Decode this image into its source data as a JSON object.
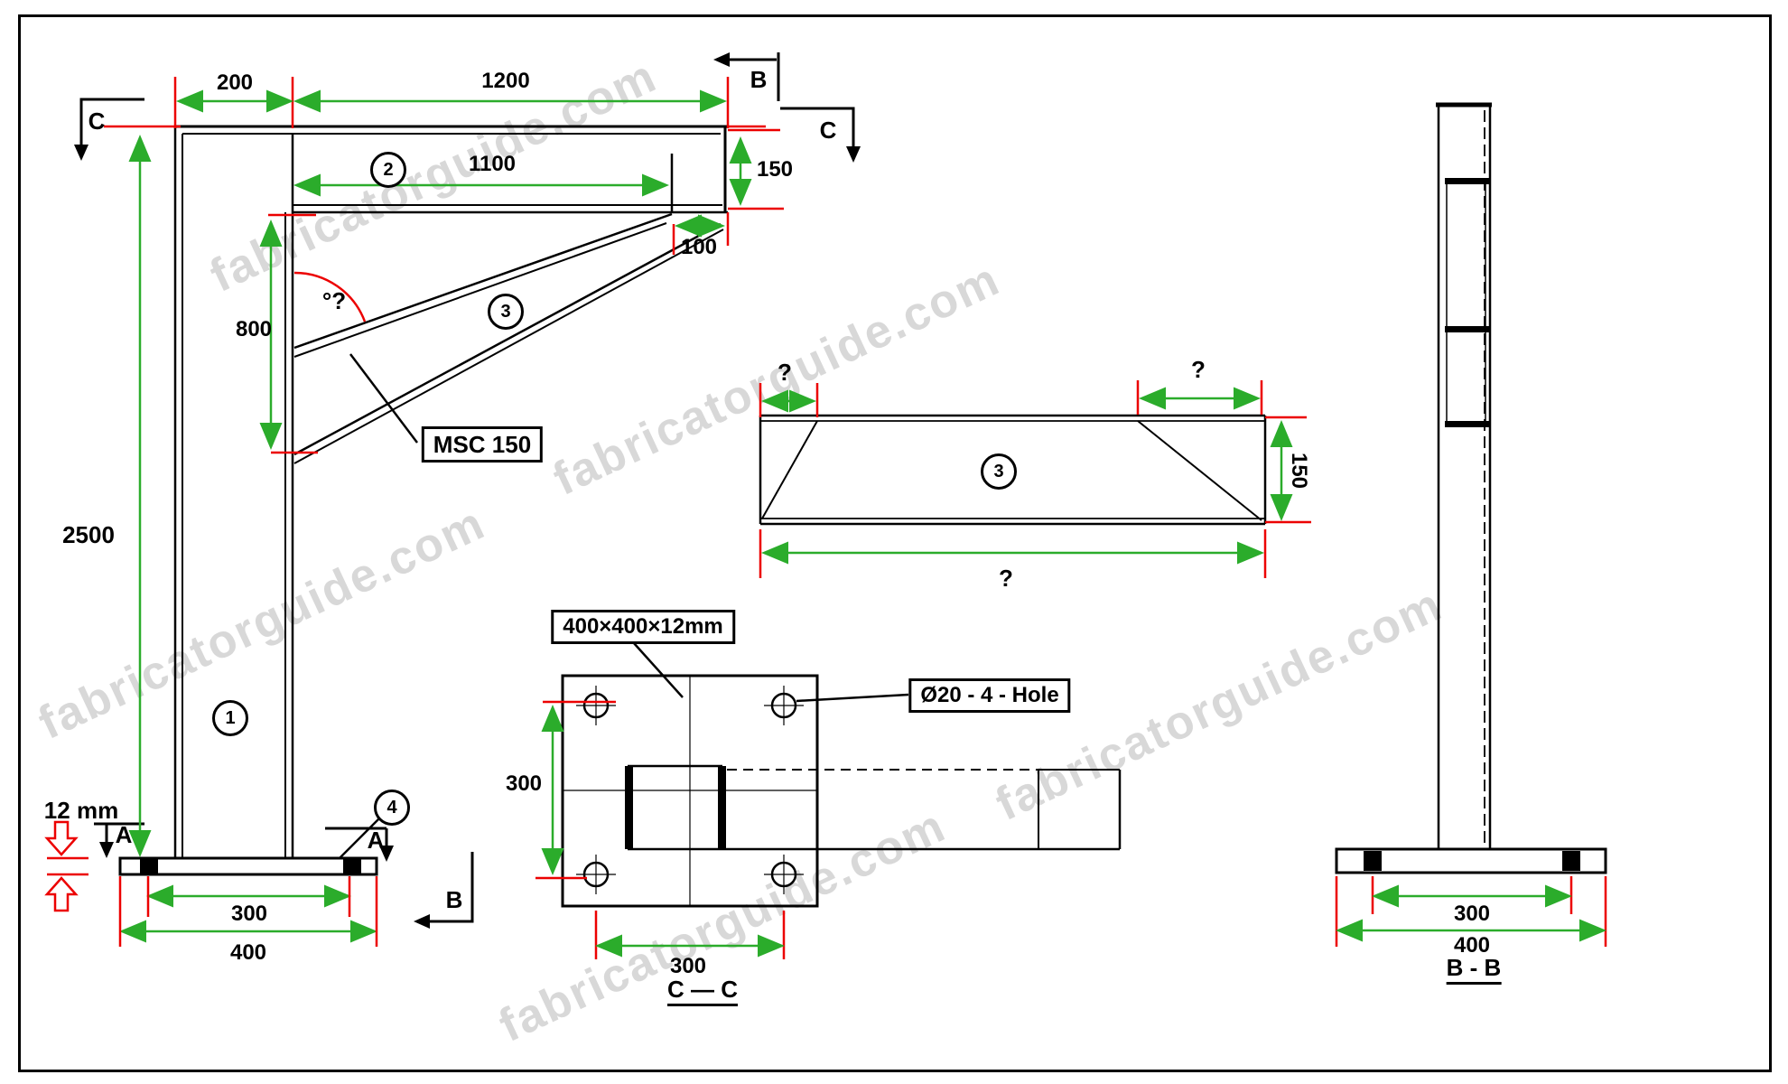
{
  "watermark": {
    "text": "fabricatorguide.com"
  },
  "colors": {
    "dim_green": "#2bac2b",
    "mark_red": "#ec0000",
    "line": "#000000"
  },
  "elevation": {
    "section_c_top_left": "C",
    "section_b_top": "B",
    "section_c_top_right": "C",
    "dim_column_width": "200",
    "dim_arm_length": "1200",
    "dim_arm_inner": "1100",
    "dim_arm_height": "150",
    "dim_arm_end": "100",
    "dim_brace_drop": "800",
    "dim_column_height": "2500",
    "angle_label": "°?",
    "brace_section_label": "MSC 150",
    "part_1": "1",
    "part_2": "2",
    "part_3": "3",
    "part_4": "4",
    "plate_thickness": "12 mm",
    "section_a_left": "A",
    "section_a_right": "A",
    "section_b_bottom": "B",
    "dim_bolt_spacing": "300",
    "dim_plate_width": "400"
  },
  "bracket_detail": {
    "part": "3",
    "dim_left_cut": "?",
    "dim_right_cut": "?",
    "dim_height": "150",
    "dim_total_length": "?"
  },
  "section_cc": {
    "plate_label": "400×400×12mm",
    "holes_label": "Ø20 - 4 - Hole",
    "dim_vertical": "300",
    "dim_horizontal": "300",
    "title": "C — C"
  },
  "section_bb": {
    "dim_bolt_spacing": "300",
    "dim_plate_width": "400",
    "title": "B - B"
  }
}
